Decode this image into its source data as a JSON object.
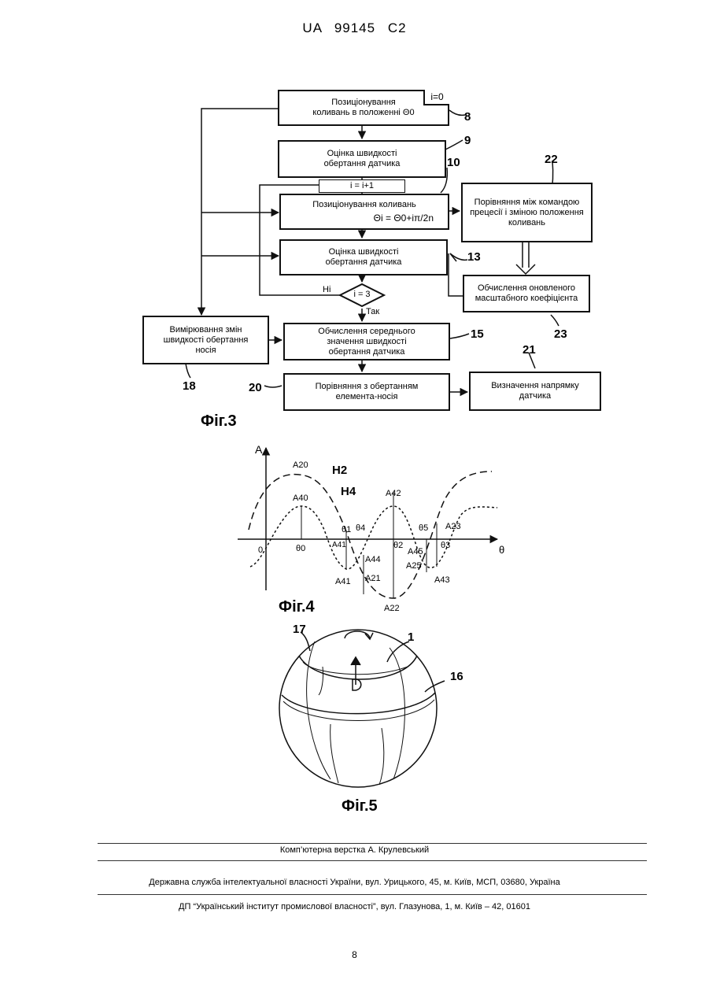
{
  "header": {
    "patent": "UA   99145   C2"
  },
  "fig3": {
    "caption": "Фіг.3",
    "box8_line1": "Позиціонування",
    "box8_line2": "коливань в положенні Θ0",
    "box8_counter": "i=0",
    "box9_line1": "Оцінка швидкості",
    "box9_line2": "обертання датчика",
    "increment": "i = i+1",
    "box10_line1": "Позиціонування коливань",
    "box10_formula": "Θi = Θ0+iπ/2n",
    "box13_line1": "Оцінка швидкості",
    "box13_line2": "обертання датчика",
    "decision": "i = 3",
    "no_label": "Ні",
    "yes_label": "Так",
    "box15_line1": "Обчислення середнього",
    "box15_line2": "значення швидкості",
    "box15_line3": "обертання датчика",
    "box18_line1": "Вимірювання змін",
    "box18_line2": "швидкості обертання",
    "box18_line3": "носія",
    "box20_line1": "Порівняння з обертанням",
    "box20_line2": "елемента-носія",
    "box22_line1": "Порівняння між командою",
    "box22_line2": "прецесії і зміною положення",
    "box22_line3": "коливань",
    "box23_line1": "Обчислення оновленого",
    "box23_line2": "масштабного коефіцієнта",
    "box21_line1": "Визначення напрямку",
    "box21_line2": "датчика",
    "ref8": "8",
    "ref9": "9",
    "ref10": "10",
    "ref13": "13",
    "ref15": "15",
    "ref18": "18",
    "ref20": "20",
    "ref21": "21",
    "ref22": "22",
    "ref23": "23"
  },
  "fig4": {
    "caption": "Фіг.4",
    "axis_y": "A",
    "axis_x": "θ",
    "curve_h2": "H2",
    "curve_h4": "H4",
    "origin": "0",
    "lbl_a20": "A20",
    "lbl_a40": "A40",
    "lbl_a42": "A42",
    "lbl_a23": "A23",
    "lbl_a41_small": "A41",
    "lbl_a44": "A44",
    "lbl_a21": "A21",
    "lbl_a45": "A45",
    "lbl_a25": "A25",
    "lbl_a41": "A41",
    "lbl_a43": "A43",
    "lbl_a22": "A22",
    "lbl_t0": "θ0",
    "lbl_t1": "θ1",
    "lbl_t4": "θ4",
    "lbl_t2": "θ2",
    "lbl_t5": "θ5",
    "lbl_t3": "θ3"
  },
  "fig5": {
    "caption": "Фіг.5",
    "ref17": "17",
    "ref1": "1",
    "ref16": "16"
  },
  "footer": {
    "layout": "Комп’ютерна верстка А. Крулевський",
    "agency": "Державна служба інтелектуальної власності України, вул. Урицького, 45, м. Київ, МСП, 03680, Україна",
    "institute": "ДП “Український інститут промислової власності”, вул. Глазунова, 1, м. Київ – 42, 01601",
    "page_number": "8"
  }
}
